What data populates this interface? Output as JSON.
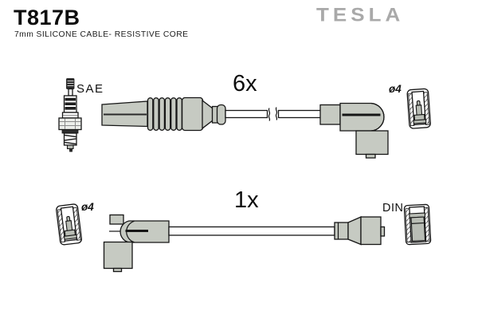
{
  "header": {
    "part_number": "T817B",
    "subtitle": "7mm SILICONE CABLE- RESISTIVE CORE",
    "brand_logo": "TESLA"
  },
  "assemblies": {
    "top": {
      "quantity": "6x",
      "plug_end_label": "SAE",
      "socket_diameter_label": "ø4",
      "icons": [
        "spark-plug-icon",
        "straight-boot-icon",
        "cable-break-icon",
        "angle-boot-icon",
        "socket-cross-section-icon"
      ]
    },
    "bottom": {
      "quantity": "1x",
      "socket_diameter_label": "ø4",
      "socket_type_label": "DIN",
      "icons": [
        "socket-cross-section-icon",
        "angle-boot-icon",
        "straight-connector-icon",
        "din-socket-cross-section-icon"
      ]
    }
  },
  "colors": {
    "boot_fill": "#c6cac2",
    "logo_gray": "#a9a9a9",
    "outline": "#161616",
    "background": "#ffffff"
  }
}
